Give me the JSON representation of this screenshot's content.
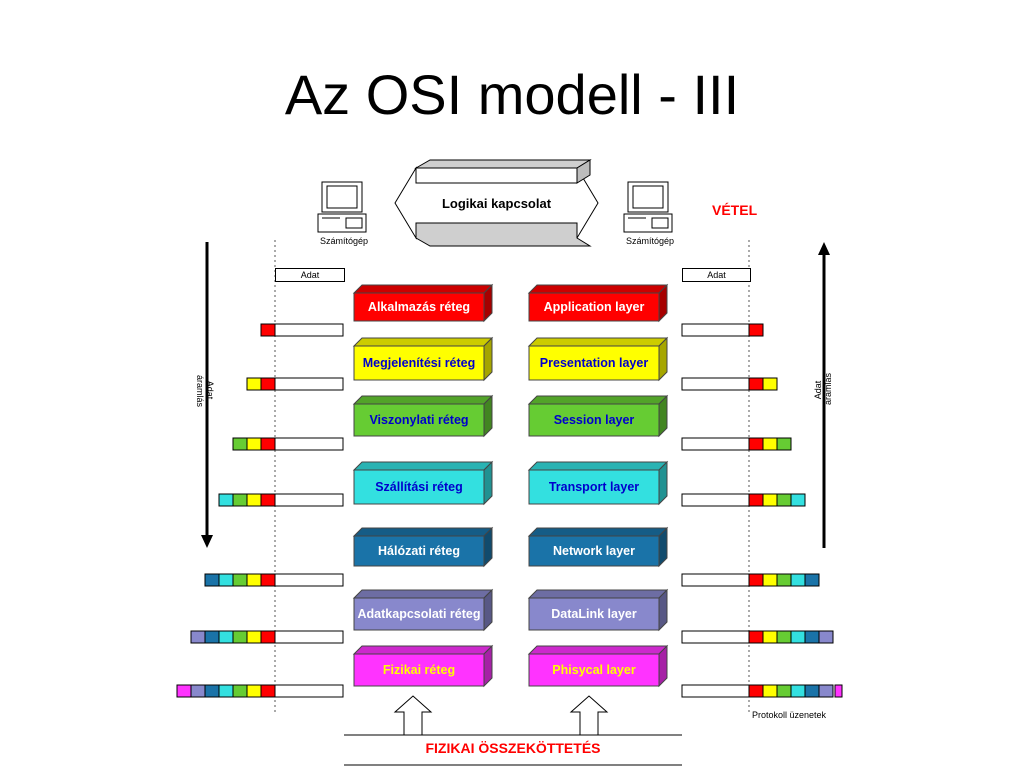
{
  "title": "Az OSI modell - III",
  "logical_connection": "Logikai kapcsolat",
  "computer_label": "Számítógép",
  "vetel": "VÉTEL",
  "adat_label": "Adat",
  "flow_label_line1": "Adat",
  "flow_label_line2": "áramlás",
  "protocol_messages": "Protokoll üzenetek",
  "physical_connection": "FIZIKAI ÖSSZEKÖTTETÉS",
  "colors": {
    "application": "#ff0000",
    "presentation": "#ffff00",
    "session": "#66cc33",
    "transport": "#33e0e0",
    "network": "#1a73a8",
    "datalink": "#8888cc",
    "physical": "#ff33ff",
    "vetel": "#ff0000",
    "physical_text": "#ff0000"
  },
  "layers": [
    {
      "id": "application",
      "left": "Alkalmazás réteg",
      "right": "Application layer",
      "text_color": "#ffffff"
    },
    {
      "id": "presentation",
      "left": "Megjelenítési réteg",
      "right": "Presentation layer",
      "text_color": "#0000cc"
    },
    {
      "id": "session",
      "left": "Viszonylati réteg",
      "right": "Session layer",
      "text_color": "#0000cc"
    },
    {
      "id": "transport",
      "left": "Szállítási réteg",
      "right": "Transport layer",
      "text_color": "#0000cc"
    },
    {
      "id": "network",
      "left": "Hálózati réteg",
      "right": "Network layer",
      "text_color": "#ffffff"
    },
    {
      "id": "datalink",
      "left": "Adatkapcsolati réteg",
      "right": "DataLink layer",
      "text_color": "#ffffff"
    },
    {
      "id": "physical",
      "left": "Fizikai réteg",
      "right": "Phisycal layer",
      "text_color": "#ffff00"
    }
  ]
}
